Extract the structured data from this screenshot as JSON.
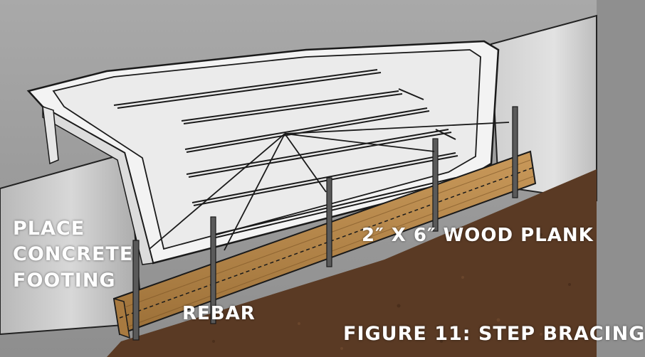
{
  "labels": {
    "place_line1": "PLACE",
    "place_line2": "CONCRETE",
    "place_line3": "FOOTING",
    "rebar": "REBAR",
    "plank": "2″ X 6″ WOOD PLANK",
    "figure": "FIGURE 11: STEP BRACING"
  },
  "colors": {
    "background": "#8f8f8f",
    "step_body": "#f4f4f4",
    "ground": "#5a3a24",
    "plank": "#b98a4c",
    "rebar": "#4a4a4a",
    "outline": "#1a1a1a"
  }
}
